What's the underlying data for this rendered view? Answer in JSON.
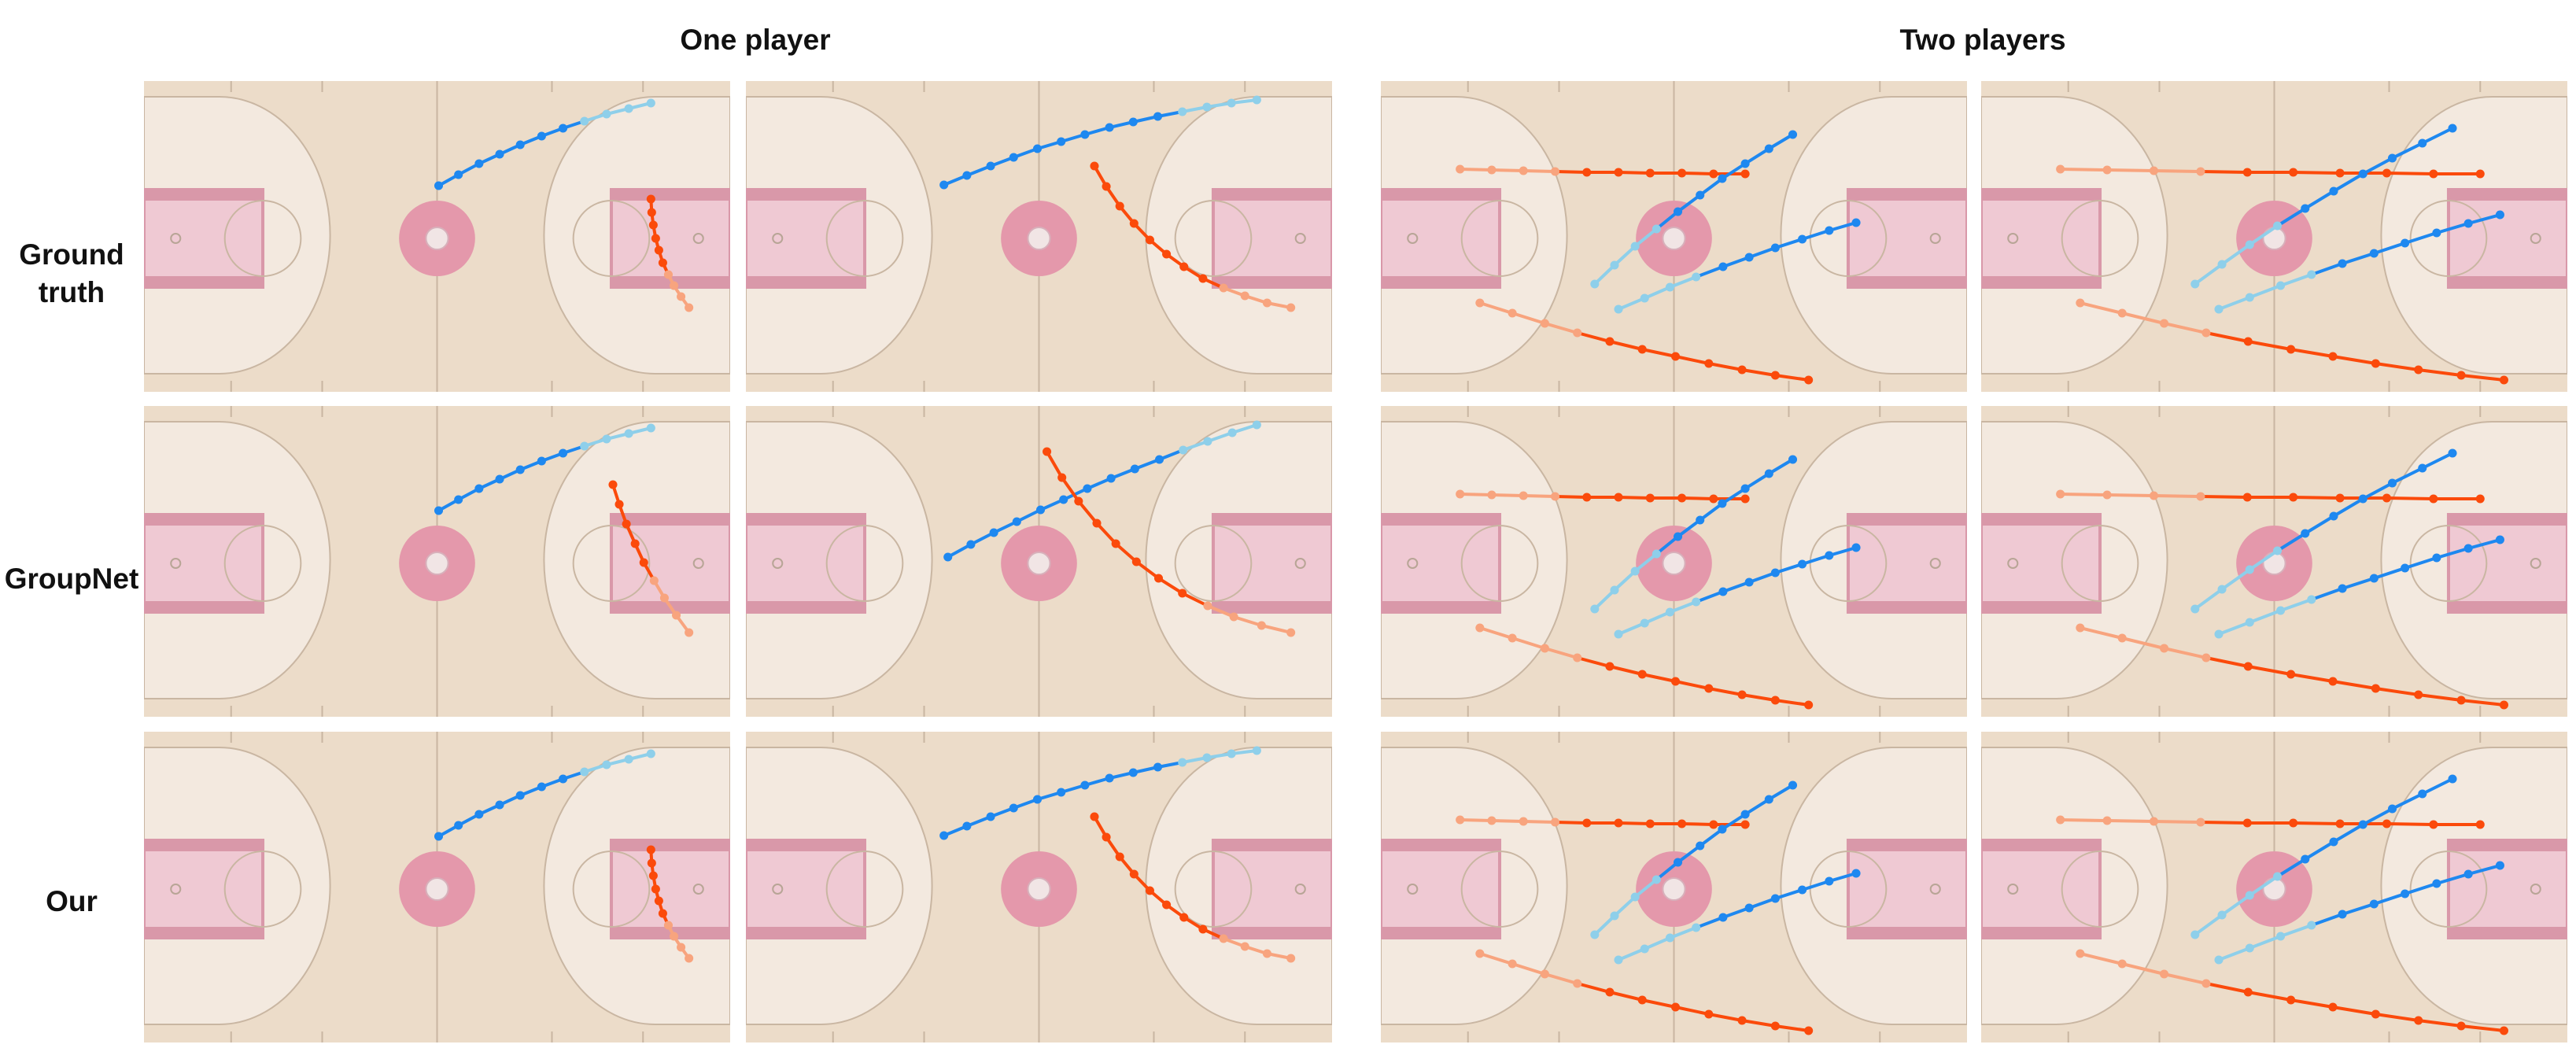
{
  "figure": {
    "column_groups": [
      {
        "id": "one",
        "title": "One player"
      },
      {
        "id": "two",
        "title": "Two players"
      }
    ],
    "row_labels": [
      {
        "id": "gt",
        "label": "Ground truth"
      },
      {
        "id": "groupnet",
        "label": "GroupNet"
      },
      {
        "id": "our",
        "label": "Our"
      }
    ]
  },
  "colors": {
    "court_base": "#ecdcc9",
    "court_zone": "#f3e9df",
    "paint": "#efc9d3",
    "paint_edge": "#d998a9",
    "center_circle": "#e498ab",
    "court_line": "#c9b6a2",
    "past_blue": "#8ecfea",
    "future_blue": "#1e88f0",
    "past_orange": "#f8a47e",
    "future_orange": "#fb4a0b"
  },
  "legend_semantics": {
    "past_trajectory_shade": "light",
    "future_trajectory_shade": "dark"
  }
}
